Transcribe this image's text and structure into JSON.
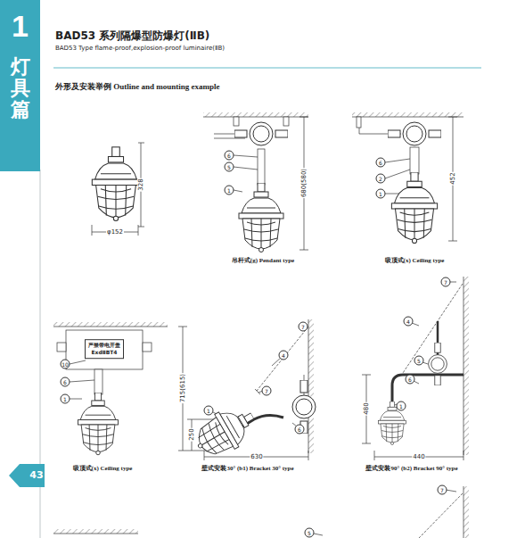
{
  "diagram": {
    "title": "BAD53 系列隔爆型防爆灯(ⅡB)",
    "nodes": [
      {
        "text": [
          "1",
          "灯具篇"
        ]
      },
      {
        "text": [
          "43"
        ]
      },
      {
        "text": [
          "严禁带电开盖",
          "ExdⅡBT4"
        ]
      }
    ],
    "labels": [
      "BAD53 Type flame-proof,explosion-proof luminaire(ⅡB)",
      "外形及安装举例 Outline and mounting example",
      "328",
      "φ152",
      "6",
      "5",
      "1",
      "680(580)",
      "吊杆式(g) Pendant type",
      "6",
      "2",
      "1",
      "452",
      "吸顶式(x) Ceiling type",
      "10",
      "6",
      "1",
      "715(615)",
      "吸顶式(x) Ceiling type",
      "7",
      "4",
      "7",
      "1",
      "6",
      "250",
      "630",
      "壁式安装30° (b1) Bracket 30° type",
      "7",
      "4",
      "5",
      "6",
      "1",
      "480",
      "440",
      "壁式安装90° (b2) Bracket 90° type",
      "7",
      "5"
    ]
  }
}
